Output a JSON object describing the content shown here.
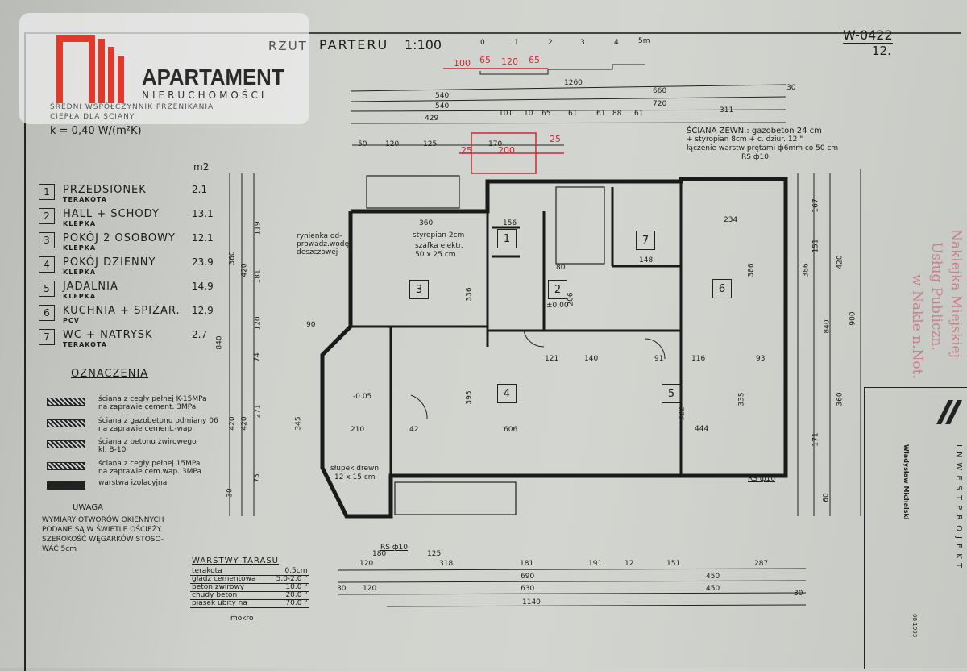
{
  "header": {
    "title_prefix": "RZUT",
    "title": "PARTERU",
    "scale": "1:100",
    "scale_ticks": [
      "0",
      "1",
      "2",
      "3",
      "4",
      "5m"
    ],
    "sheet_no": "W-0422",
    "sheet_sub": "12."
  },
  "logo": {
    "name": "APARTAMENT",
    "sub": "NIERUCHOMOŚCI",
    "colors": {
      "bars": "#e03a2e"
    }
  },
  "thermal": {
    "line1": "ŚREDNI WSPÓŁCZYNNIK PRZENIKANIA",
    "line2": "CIEPŁA DLA ŚCIANY:",
    "value": "k = 0,40 W/(m²K)"
  },
  "rooms": {
    "unit": "m2",
    "items": [
      {
        "no": "1",
        "name": "PRZEDSIONEK",
        "floor": "TERAKOTA",
        "area": "2.1"
      },
      {
        "no": "2",
        "name": "HALL + SCHODY",
        "floor": "KLEPKA",
        "area": "13.1"
      },
      {
        "no": "3",
        "name": "POKÓJ 2 OSOBOWY",
        "floor": "KLEPKA",
        "area": "12.1"
      },
      {
        "no": "4",
        "name": "POKÓJ DZIENNY",
        "floor": "KLEPKA",
        "area": "23.9"
      },
      {
        "no": "5",
        "name": "JADALNIA",
        "floor": "KLEPKA",
        "area": "14.9"
      },
      {
        "no": "6",
        "name": "KUCHNIA + SPIŻAR.",
        "floor": "PCV",
        "area": "12.9"
      },
      {
        "no": "7",
        "name": "WC + NATRYSK",
        "floor": "TERAKOTA",
        "area": "2.7"
      }
    ]
  },
  "markings": {
    "title": "OZNACZENIA",
    "items": [
      {
        "l1": "ściana z cegły pełnej K-15MPa",
        "l2": "na zaprawie cement. 3MPa"
      },
      {
        "l1": "ściana z gazobetonu odmiany 06",
        "l2": "na zaprawie cement.-wap."
      },
      {
        "l1": "ściana z betonu żwirowego",
        "l2": "kl. B-10"
      },
      {
        "l1": "ściana z cegły pełnej 15MPa",
        "l2": "na zaprawie cem.wap. 3MPa"
      },
      {
        "l1": "warstwa izolacyjna",
        "l2": ""
      }
    ]
  },
  "note": {
    "title": "UWAGA",
    "l1": "WYMIARY OTWORÓW OKIENNYCH",
    "l2": "PODANE SĄ W ŚWIETLE OŚCIEŻY.",
    "l3": "SZEROKOŚĆ WĘGARKÓW STOSO-",
    "l4": "WAĆ 5cm"
  },
  "terrace": {
    "title": "WARSTWY TARASU",
    "rows": [
      {
        "name": "terakota",
        "val": "0.5cm"
      },
      {
        "name": "gładź cementowa",
        "val": "5.0-2.0 \""
      },
      {
        "name": "beton żwirowy",
        "val": "10.0 \""
      },
      {
        "name": "chudy beton",
        "val": "20.0 \""
      },
      {
        "name": "piasek ubity na",
        "val": "70.0 \""
      }
    ],
    "last": "mokro"
  },
  "wall_note": {
    "l1": "ŚCIANA ZEWN.: gazobeton 24 cm",
    "l2": "+ styropian 8cm + c. dziur. 12 \"",
    "l3": "łączenie warstw prętami ф6mm co 50 cm",
    "rs": "RS ф10"
  },
  "plan_labels": {
    "rynienka": "rynienka od-",
    "rynienka2": "prowadz.wodę",
    "rynienka3": "deszczowej",
    "styropian": "styropian 2cm",
    "szafka": "szafka elektr.",
    "szafka_dim": "50 x 25 cm",
    "slupek": "słupek drewn.",
    "slupek_dim": "12 x 15 cm",
    "rs1": "RS ф10",
    "rs2": "RS ф10",
    "level": "±0.00",
    "level2": "-0.05"
  },
  "dims": {
    "top": [
      "1260",
      "540",
      "660",
      "540",
      "720",
      "429",
      "101",
      "10",
      "65",
      "61",
      "61",
      "88",
      "61",
      "311",
      "30",
      "50",
      "120",
      "125",
      "170"
    ],
    "red": [
      "100",
      "65",
      "120",
      "65",
      "200",
      "25",
      "25"
    ],
    "bottom": [
      "120",
      "318",
      "181",
      "191",
      "12",
      "151",
      "287",
      "690",
      "450",
      "30",
      "120",
      "630",
      "450",
      "30",
      "1140",
      "180",
      "125"
    ],
    "inner": [
      "360",
      "156",
      "234",
      "336",
      "206",
      "395",
      "606",
      "444",
      "322",
      "335",
      "386",
      "121",
      "140",
      "91",
      "116",
      "93",
      "148",
      "80",
      "210",
      "42"
    ],
    "left": [
      "840",
      "360",
      "420",
      "420",
      "420",
      "271",
      "345",
      "119",
      "181",
      "120",
      "74",
      "75",
      "30",
      "90"
    ],
    "right": [
      "900",
      "840",
      "420",
      "360",
      "386",
      "167",
      "151",
      "171",
      "60"
    ]
  },
  "title_block": {
    "company": "INWESTPROJEKT",
    "designer": "Władysław Michalski",
    "date": "08-1993"
  },
  "stamp": {
    "l1": "Naklejka Miejskiej",
    "l2": "Usług Publiczn.",
    "l3": "w Nakle n.Not."
  }
}
